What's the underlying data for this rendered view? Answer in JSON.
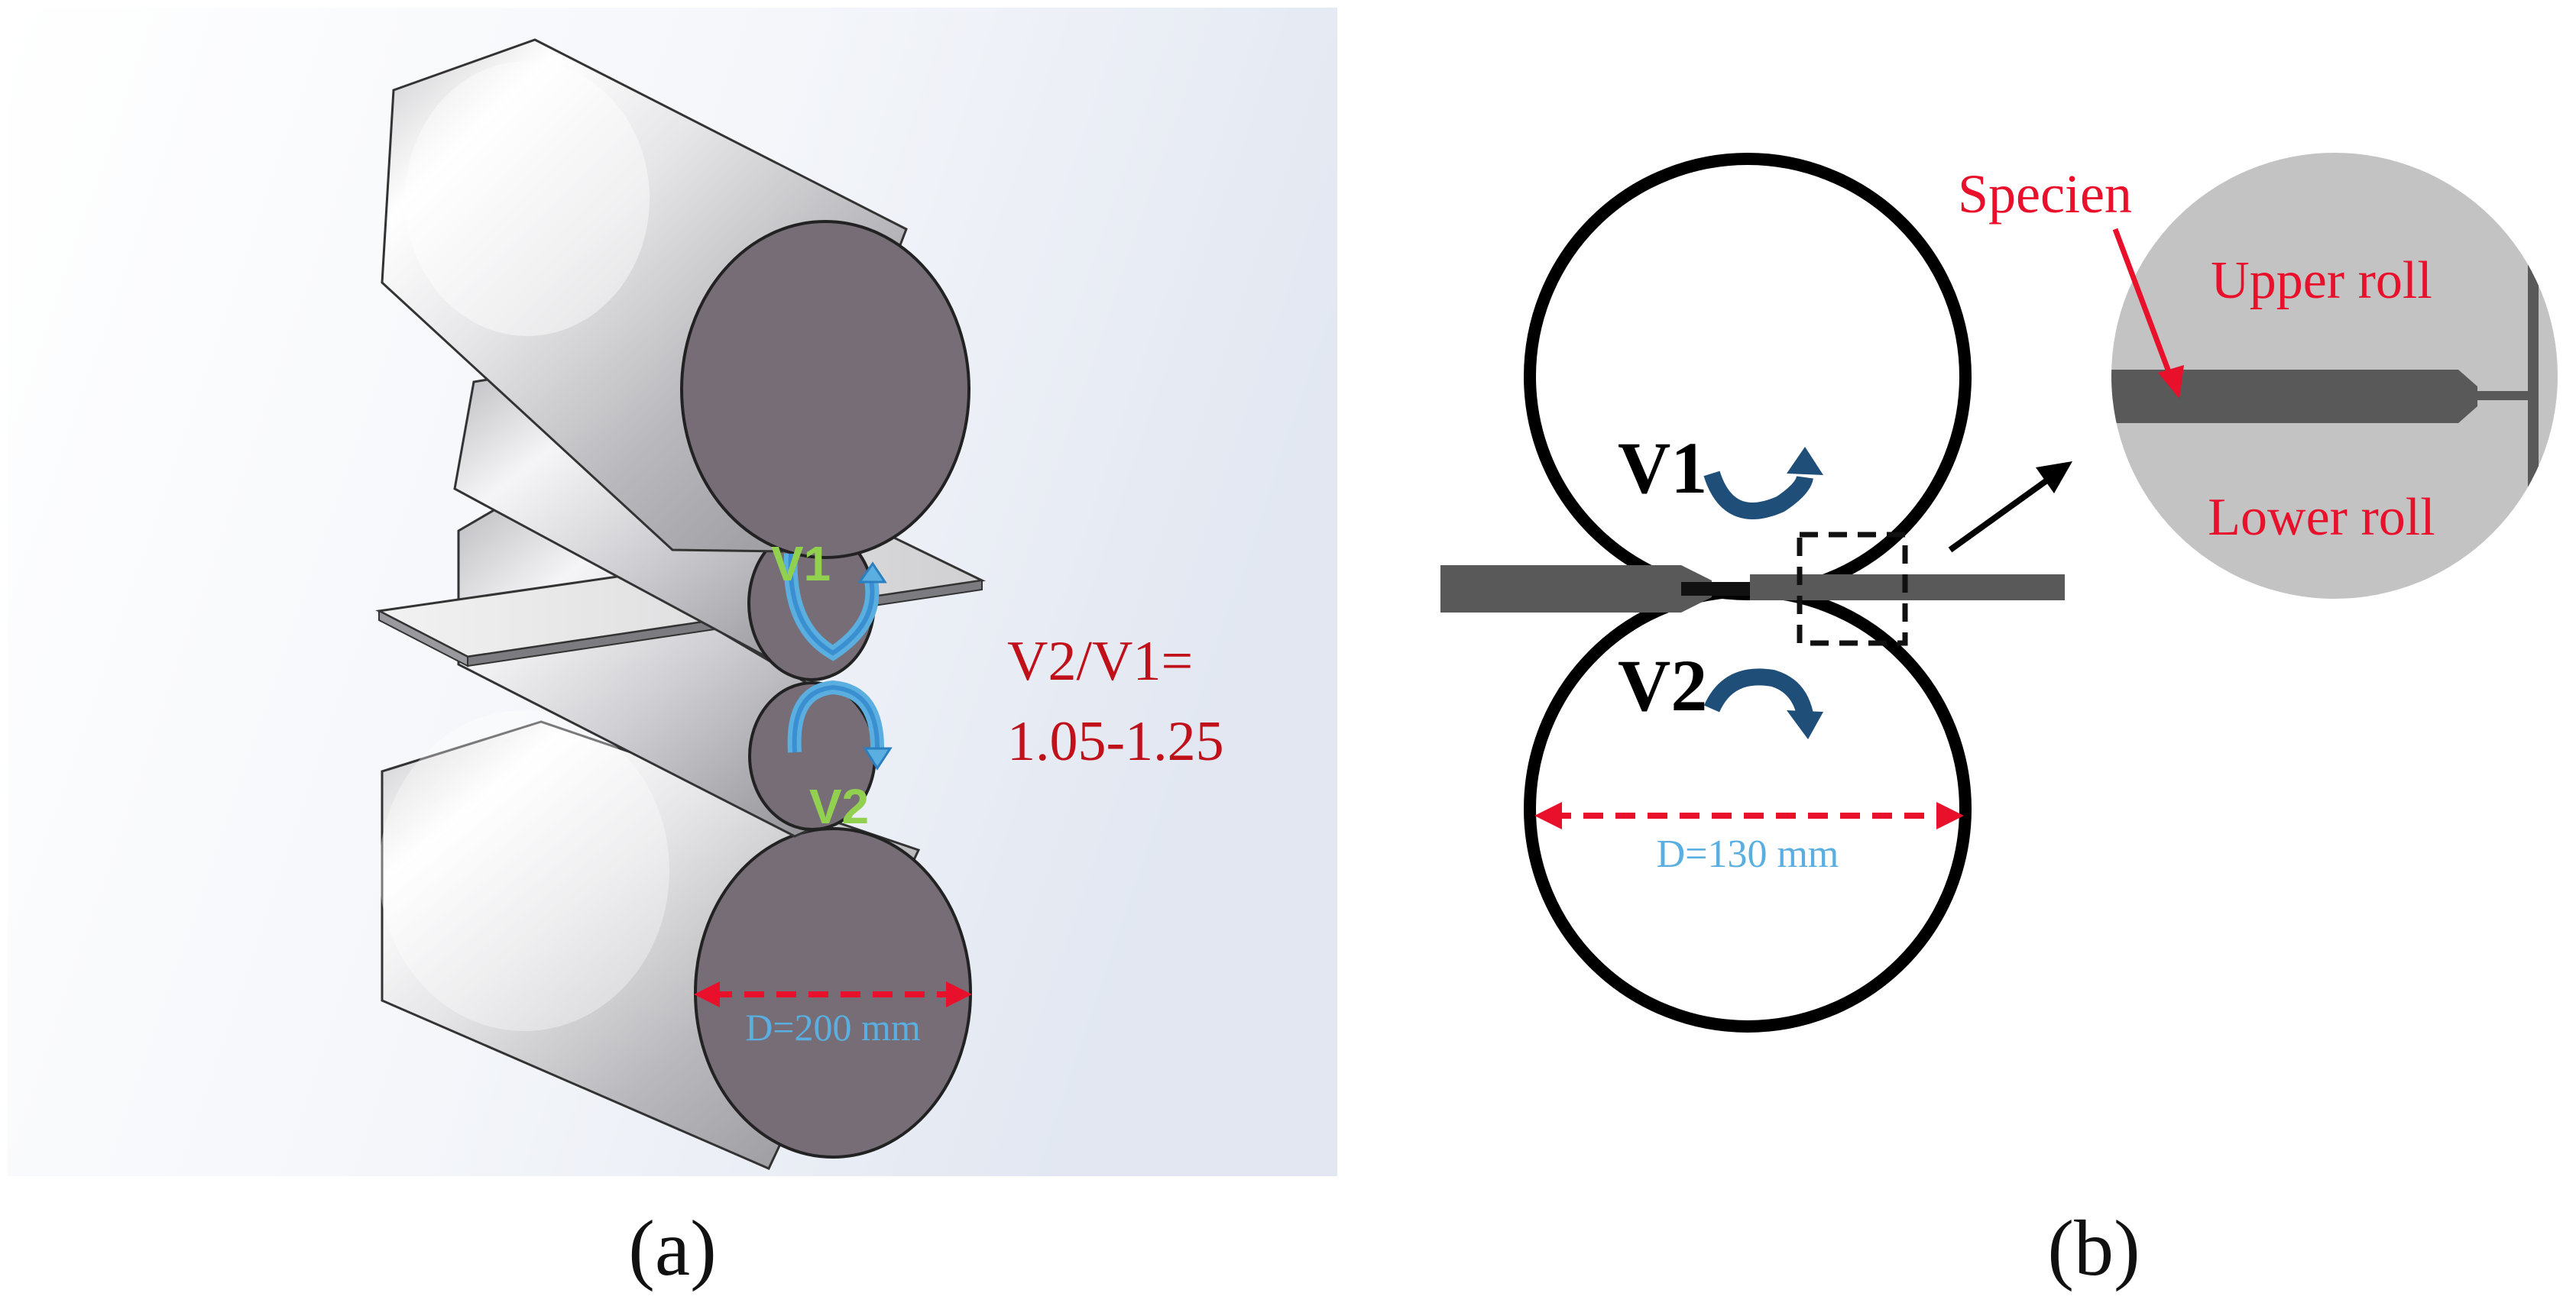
{
  "panel_a": {
    "caption": "(a)",
    "v1_label": "V1",
    "v2_label": "V2",
    "ratio_line1": "V2/V1=",
    "ratio_line2": "1.05-1.25",
    "diameter_label": "D=200 mm"
  },
  "panel_b": {
    "caption": "(b)",
    "v1_label": "V1",
    "v2_label": "V2",
    "diameter_label": "D=130 mm",
    "specimen_label": "Specien",
    "upper_roll_label": "Upper roll",
    "lower_roll_label": "Lower roll"
  },
  "colors": {
    "roll_face": "#766d77",
    "roll_body": "#dcdcde",
    "label_red": "#c0101a",
    "accent_red": "#e8102a",
    "dimension_blue": "#5aafe0",
    "speed_green": "#92d050",
    "arrow_teal": "#1f4e79",
    "specimen_gray": "#595959",
    "zoom_bg": "#c3c3c3"
  }
}
